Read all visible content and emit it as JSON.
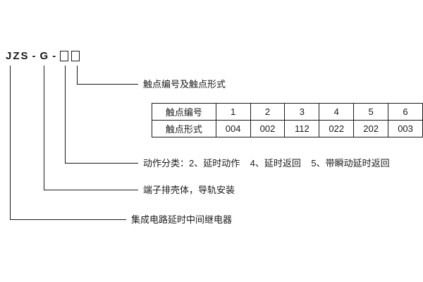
{
  "model": {
    "prefix": "JZS",
    "dash1": "-",
    "letter": "G",
    "dash2": "-"
  },
  "callouts": {
    "contact": "触点编号及触点形式",
    "action": "动作分类：2、延时动作    4、延时返回    5、带瞬动延时返回",
    "housing": "端子排壳体，导轨安装",
    "product": "集成电路延时中间继电器"
  },
  "table": {
    "rows": [
      {
        "header": "触点编号",
        "cells": [
          "1",
          "2",
          "3",
          "4",
          "5",
          "6"
        ]
      },
      {
        "header": "触点形式",
        "cells": [
          "004",
          "002",
          "112",
          "022",
          "202",
          "003"
        ]
      }
    ]
  }
}
